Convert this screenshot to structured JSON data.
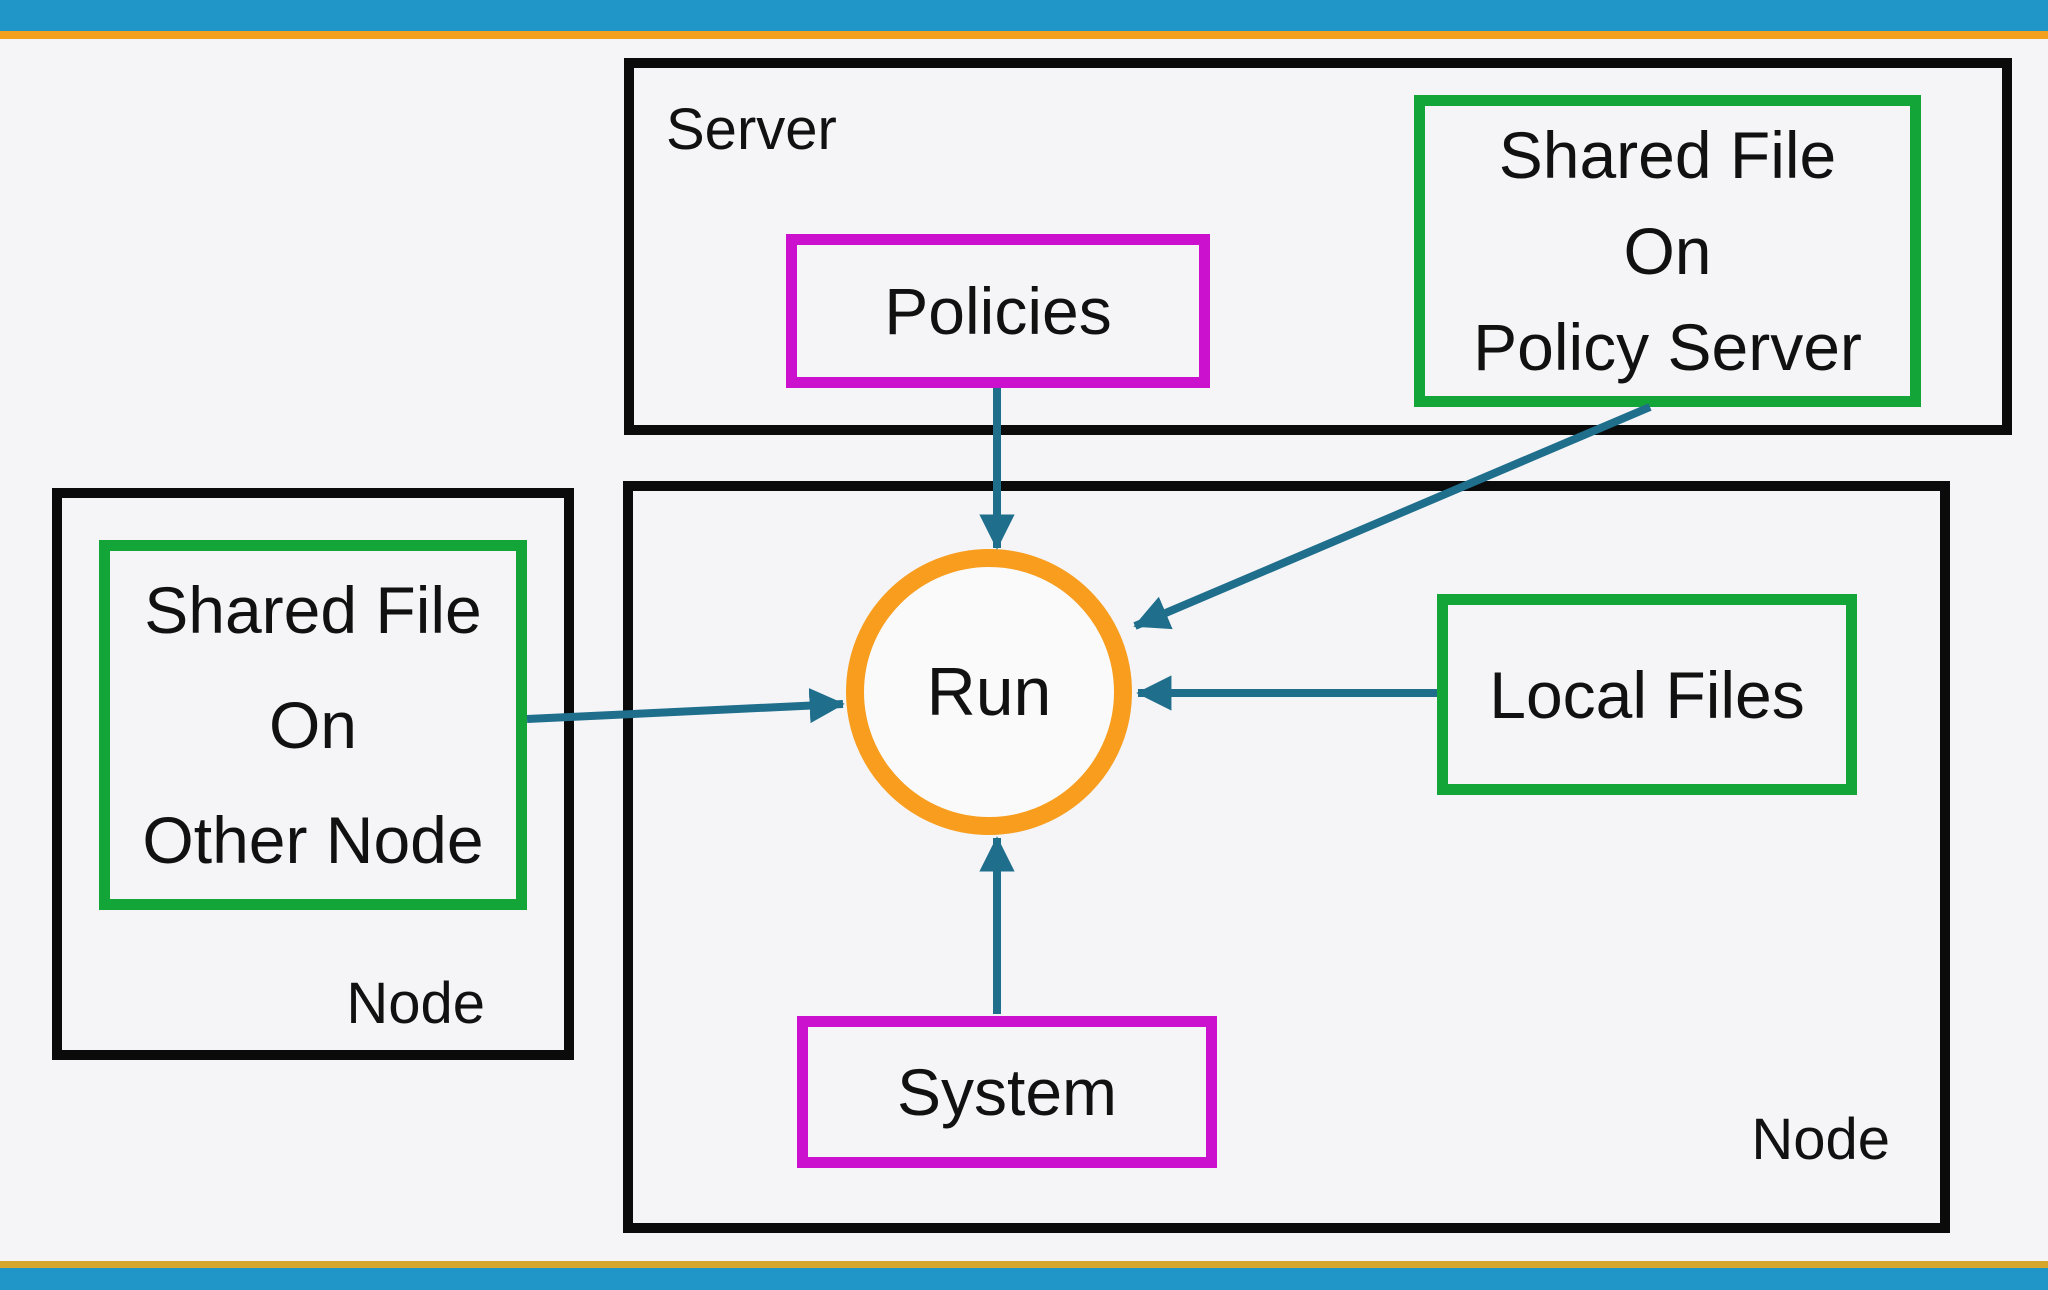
{
  "theme": {
    "bg": "#f5f5f7",
    "bar_blue": "#2095c8",
    "bar_orange": "#f2a01d",
    "bar_gold": "#d4a62e",
    "box_black": "#0b0b0b",
    "magenta": "#cb10ce",
    "green": "#13a538",
    "orange": "#f89d1e",
    "teal": "#1e6e8c",
    "text": "#111111"
  },
  "server_box": {
    "label": "Server",
    "policies": {
      "label": "Policies"
    },
    "shared_policy_server": {
      "lines": [
        "Shared File",
        "On",
        "Policy Server"
      ]
    }
  },
  "left_node_box": {
    "label": "Node",
    "shared_other_node": {
      "lines": [
        "Shared File",
        "On",
        "Other Node"
      ]
    }
  },
  "main_node_box": {
    "label": "Node",
    "run_circle": {
      "label": "Run"
    },
    "local_files": {
      "label": "Local Files"
    },
    "system": {
      "label": "System"
    }
  },
  "arrows": [
    {
      "from": "Policies",
      "to": "Run"
    },
    {
      "from": "Shared File On Policy Server",
      "to": "Run"
    },
    {
      "from": "Local Files",
      "to": "Run"
    },
    {
      "from": "Shared File On Other Node",
      "to": "Run"
    },
    {
      "from": "System",
      "to": "Run"
    }
  ]
}
